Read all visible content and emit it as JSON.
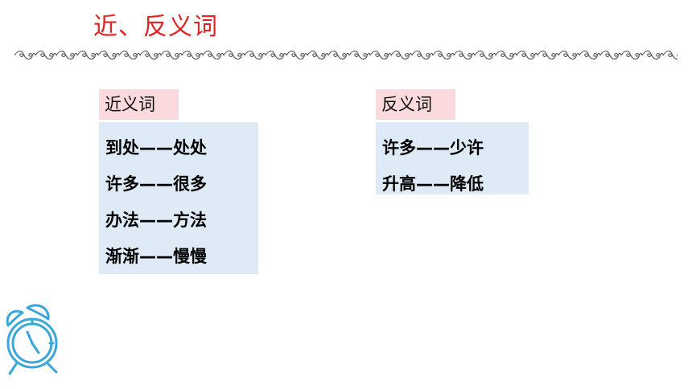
{
  "title": "近、反义词",
  "synonyms": {
    "label": "近义词",
    "pairs": [
      "到处——处处",
      "许多——很多",
      "办法——方法",
      "渐渐——慢慢"
    ]
  },
  "antonyms": {
    "label": "反义词",
    "pairs": [
      "许多——少许",
      "升高——降低"
    ]
  },
  "colors": {
    "title": "#e02424",
    "label_bg": "#fadadd",
    "pair_bg": "#deeaf6",
    "clock": "#3aa6d9"
  },
  "icons": {
    "divider": "ornamental-swirl-divider",
    "decoration": "alarm-clock-icon"
  }
}
